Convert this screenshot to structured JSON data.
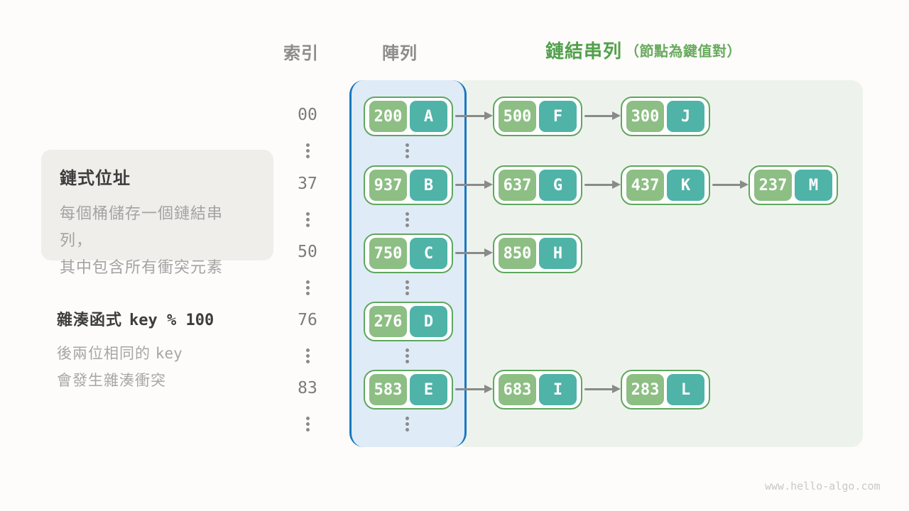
{
  "page": {
    "watermark": "www.hello-algo.com"
  },
  "headers": {
    "index": "索引",
    "array": "陣列",
    "list_title": "鏈結串列",
    "list_note": "（節點為鍵值對）"
  },
  "info_box": {
    "title": "鏈式位址",
    "line1": "每個桶儲存一個鏈結串列，",
    "line2": "其中包含所有衝突元素"
  },
  "hash_note": {
    "title": "雜湊函式",
    "title_code": "key % 100",
    "line1_text": "後兩位相同的",
    "line1_code": "key",
    "line2": "會發生雜湊衝突"
  },
  "colors": {
    "accent_green": "#52a04c",
    "accent_green_light": "#68aa5e",
    "node_border": "#5fa75f",
    "key_fill": "#8dbe84",
    "value_fill": "#4fb3a8",
    "array_border": "#1a78bf",
    "array_fill": "#dfebf6",
    "list_fill": "#edf3ec"
  },
  "rows": [
    {
      "index": "00",
      "bucket": {
        "key": "200",
        "value": "A"
      },
      "chain": [
        {
          "key": "500",
          "value": "F"
        },
        {
          "key": "300",
          "value": "J"
        }
      ]
    },
    {
      "index": "37",
      "bucket": {
        "key": "937",
        "value": "B"
      },
      "chain": [
        {
          "key": "637",
          "value": "G"
        },
        {
          "key": "437",
          "value": "K"
        },
        {
          "key": "237",
          "value": "M"
        }
      ]
    },
    {
      "index": "50",
      "bucket": {
        "key": "750",
        "value": "C"
      },
      "chain": [
        {
          "key": "850",
          "value": "H"
        }
      ]
    },
    {
      "index": "76",
      "bucket": {
        "key": "276",
        "value": "D"
      },
      "chain": []
    },
    {
      "index": "83",
      "bucket": {
        "key": "583",
        "value": "E"
      },
      "chain": [
        {
          "key": "683",
          "value": "I"
        },
        {
          "key": "283",
          "value": "L"
        }
      ]
    }
  ]
}
